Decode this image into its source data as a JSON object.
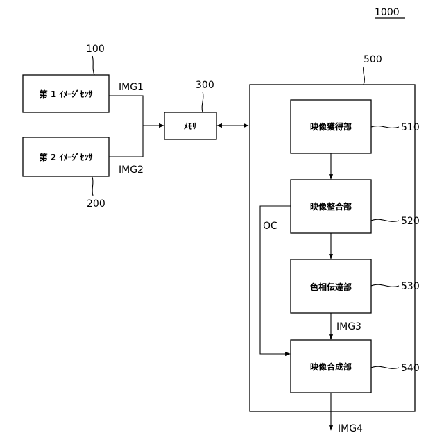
{
  "figure": {
    "number": "1000"
  },
  "sensors": {
    "first": {
      "label": "第 1 ｲﾒｰｼﾞｾﾝｻ",
      "ref": "100",
      "signal": "IMG1"
    },
    "second": {
      "label": "第 2 ｲﾒｰｼﾞｾﾝｻ",
      "ref": "200",
      "signal": "IMG2"
    }
  },
  "memory": {
    "label": "ﾒﾓﾘ",
    "ref": "300"
  },
  "processor": {
    "ref": "500",
    "acquire": {
      "label": "映像獲得部",
      "ref": "510"
    },
    "align": {
      "label": "映像整合部",
      "ref": "520"
    },
    "color": {
      "label": "色相伝達部",
      "ref": "530"
    },
    "synth": {
      "label": "映像合成部",
      "ref": "540"
    },
    "signals": {
      "oc": "OC",
      "img3": "IMG3",
      "img4": "IMG4"
    }
  }
}
